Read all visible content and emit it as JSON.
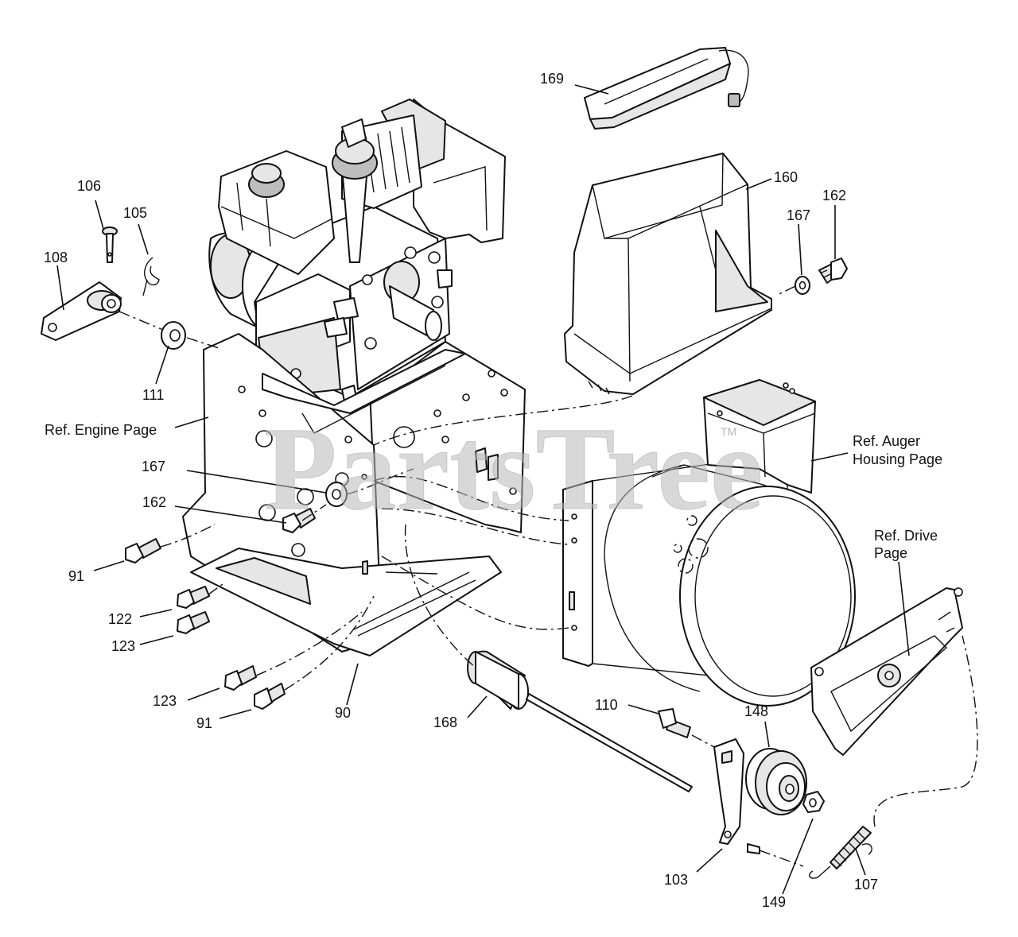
{
  "labels": {
    "l169": "169",
    "l160": "160",
    "l162a": "162",
    "l167a": "167",
    "l106": "106",
    "l105": "105",
    "l108": "108",
    "l111": "111",
    "l_engine": "Ref. Engine Page",
    "l_auger1": "Ref. Auger",
    "l_auger2": "Housing Page",
    "l167b": "167",
    "l162b": "162",
    "l91a": "91",
    "l122": "122",
    "l123a": "123",
    "l123b": "123",
    "l91b": "91",
    "l90": "90",
    "l168": "168",
    "l110": "110",
    "l148": "148",
    "l_drive1": "Ref. Drive",
    "l_drive2": "Page",
    "l103": "103",
    "l149": "149",
    "l107": "107"
  },
  "watermark": {
    "text": "PartsTree",
    "tm": "TM"
  }
}
